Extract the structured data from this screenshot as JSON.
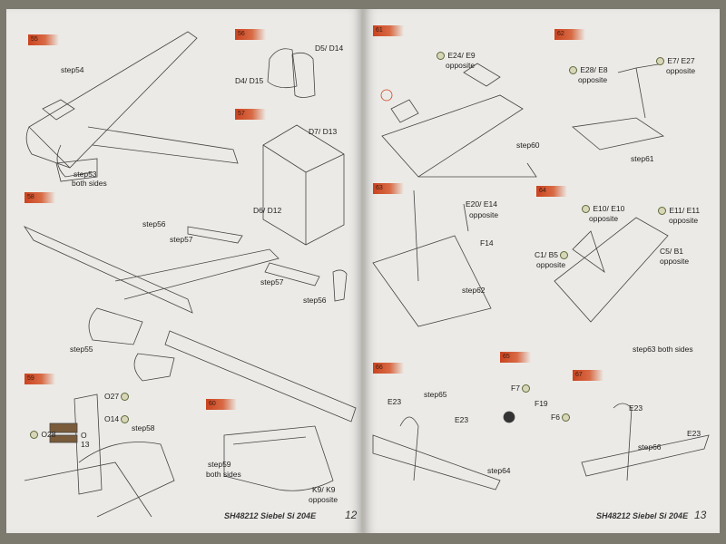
{
  "left_page": {
    "step_tags": [
      "55",
      "56",
      "57",
      "58",
      "59",
      "60"
    ],
    "labels": {
      "step54": "step54",
      "step53": "step53",
      "both_sides_1": "both sides",
      "d5_d14": "D5/ D14",
      "d4_d15": "D4/ D15",
      "d7_d13": "D7/ D13",
      "d6_d12": "D6/ D12",
      "step56a": "step56",
      "step57a": "step57",
      "step57b": "step57",
      "step56b": "step56",
      "step55": "step55",
      "o27": "O27",
      "o14": "O14",
      "o28": "O28",
      "o_small": "O",
      "n13": "13",
      "step58": "step58",
      "step59": "step59",
      "both_sides_2": "both sides",
      "k9_k9": "K9/ K9",
      "opposite_k": "opposite"
    },
    "footer": "SH48212  Siebel Si 204E",
    "page_number": "12"
  },
  "right_page": {
    "step_tags": [
      "61",
      "62",
      "63",
      "64",
      "65",
      "66",
      "67"
    ],
    "labels": {
      "e24_e9": "E24/ E9",
      "opposite_1": "opposite",
      "step60": "step60",
      "e28_e8": "E28/ E8",
      "opposite_2": "opposite",
      "e7_e27": "E7/ E27",
      "opposite_3": "opposite",
      "step61": "step61",
      "e20_e14": "E20/ E14",
      "opposite_4": "opposite",
      "f14": "F14",
      "step62": "step62",
      "e10_e10": "E10/ E10",
      "opposite_5": "opposite",
      "e11_e11": "E11/ E11",
      "opposite_6": "opposite",
      "c1_b5": "C1/ B5",
      "opposite_7": "opposite",
      "c5_b1": "C5/ B1",
      "opposite_8": "opposite",
      "step63": "step63 both sides",
      "e23a": "E23",
      "step65": "step65",
      "e23b": "E23",
      "step64": "step64",
      "f7": "F7",
      "f19": "F19",
      "f6": "F6",
      "e23c": "E23",
      "e23d": "E23",
      "step66": "step66"
    },
    "footer": "SH48212  Siebel Si 204E",
    "page_number": "13"
  },
  "colors": {
    "tag": "#c9431f",
    "paper": "#eceae6",
    "background": "#7c7a6e"
  }
}
